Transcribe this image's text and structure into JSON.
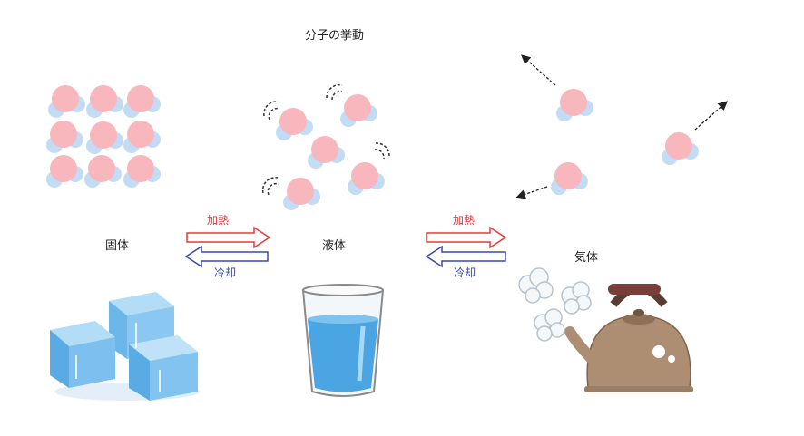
{
  "title": "分子の挙動",
  "states": {
    "solid": "固体",
    "liquid": "液体",
    "gas": "気体"
  },
  "transitions": {
    "heat": "加熱",
    "cool": "冷却"
  },
  "colors": {
    "heat": "#e53935",
    "cool": "#3949ab",
    "oxygen": "#f8b7bd",
    "hydrogen": "#c3dcf5"
  }
}
